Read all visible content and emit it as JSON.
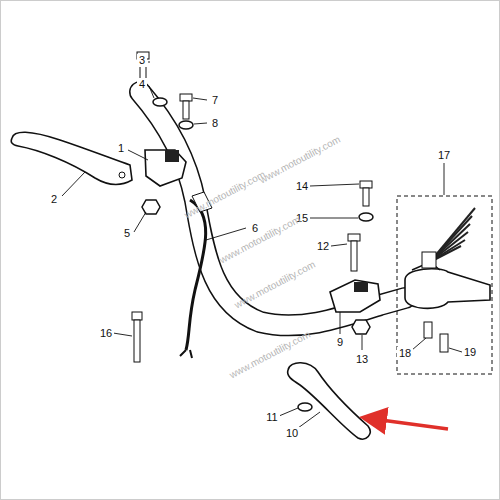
{
  "diagram": {
    "labels": [
      "1",
      "2",
      "3",
      "4",
      "5",
      "6",
      "7",
      "8",
      "9",
      "10",
      "11",
      "12",
      "13",
      "14",
      "15",
      "16",
      "17",
      "18",
      "19",
      "www.motoutility.com",
      "www.motoutility.com",
      "www.motoutility.com",
      "www.motoutility.com",
      "www.motoutility.com"
    ]
  }
}
